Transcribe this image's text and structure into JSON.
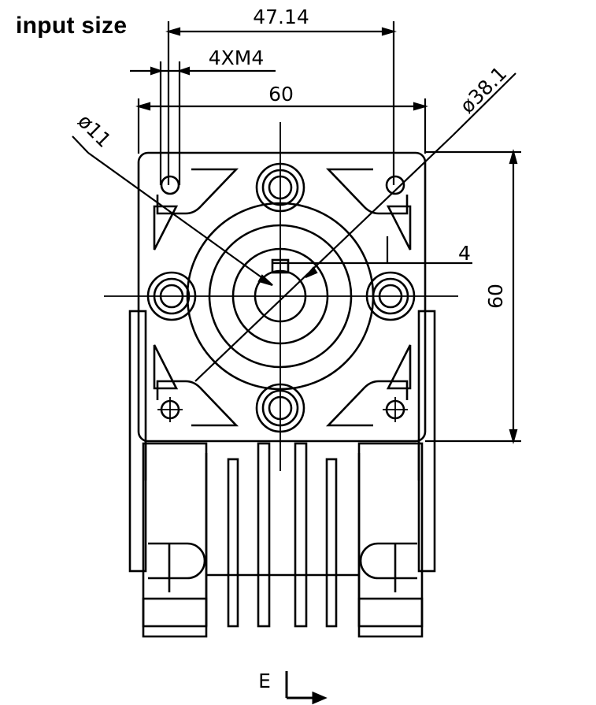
{
  "heading": "input size",
  "dimensions": {
    "bolt_spacing": "47.14",
    "screw_spec": "4XM4",
    "flange_width": "60",
    "bore_diameter": "ø11",
    "pilot_diameter": "ø38.1",
    "key_width": "4",
    "flange_height": "60"
  },
  "view_marker": "E"
}
